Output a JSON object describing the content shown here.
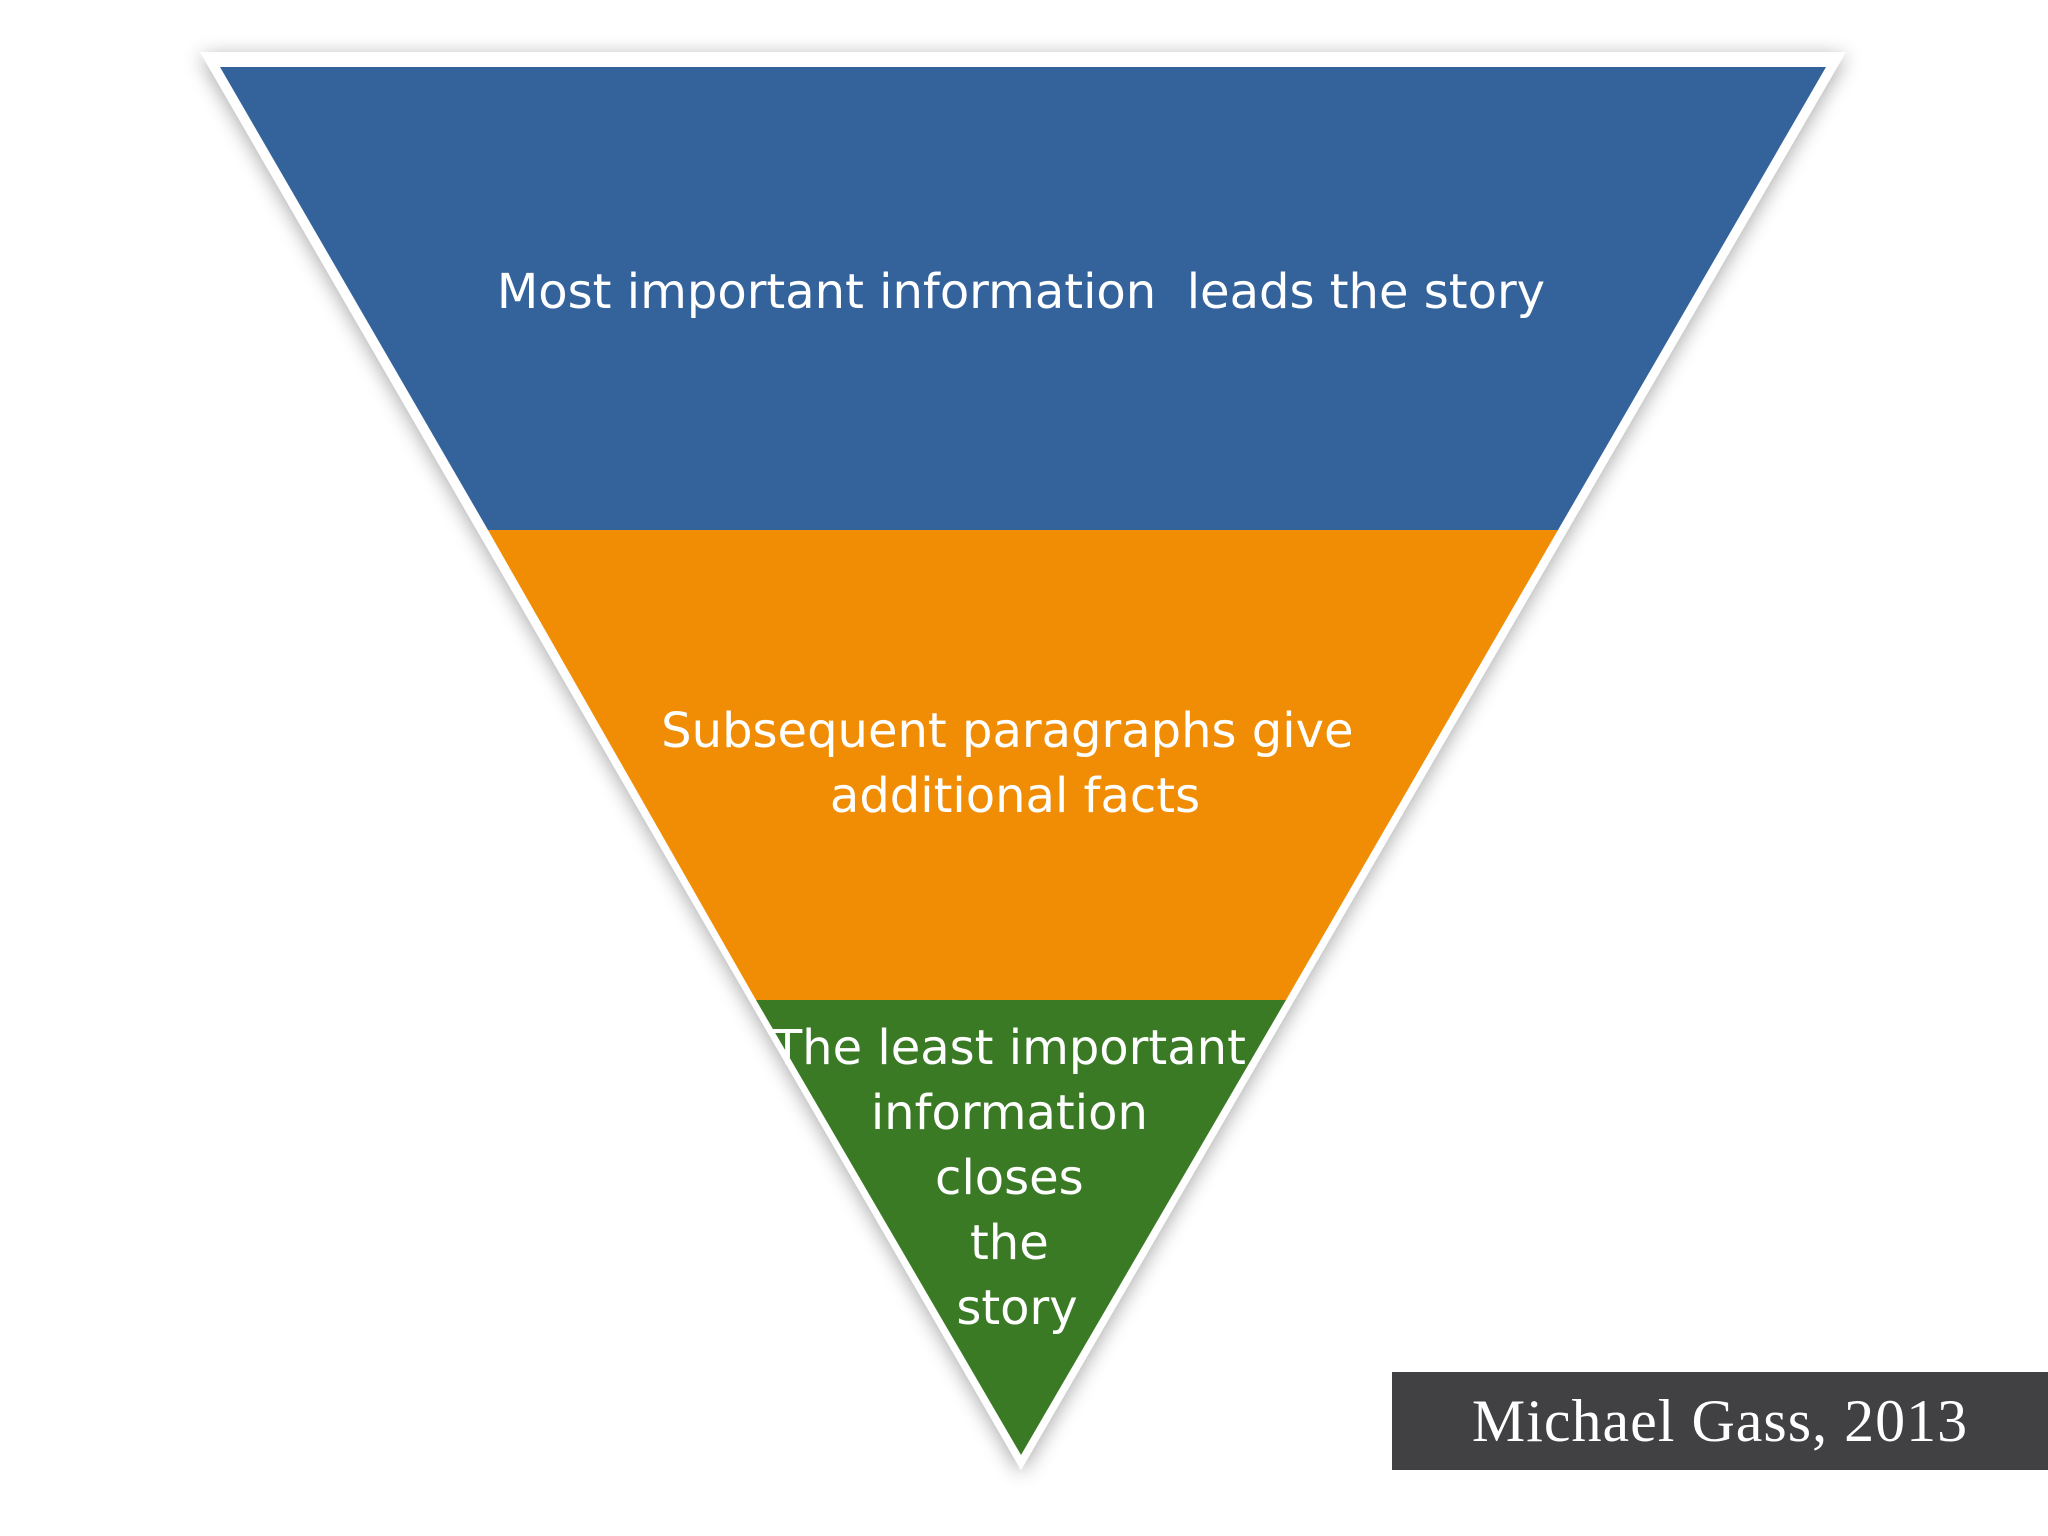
{
  "diagram": {
    "tiers": [
      {
        "name": "top",
        "color": "#34629b",
        "lines": [
          "Most important information  leads the story"
        ]
      },
      {
        "name": "middle",
        "color": "#f08d05",
        "lines": [
          "Subsequent paragraphs give",
          "additional facts"
        ]
      },
      {
        "name": "bottom",
        "color": "#3a7a25",
        "lines": [
          "The least important",
          "information",
          "closes",
          "the",
          "story"
        ]
      }
    ],
    "border_color": "#ffffff"
  },
  "credit": {
    "text": "Michael Gass, 2013",
    "background": "#414042"
  }
}
